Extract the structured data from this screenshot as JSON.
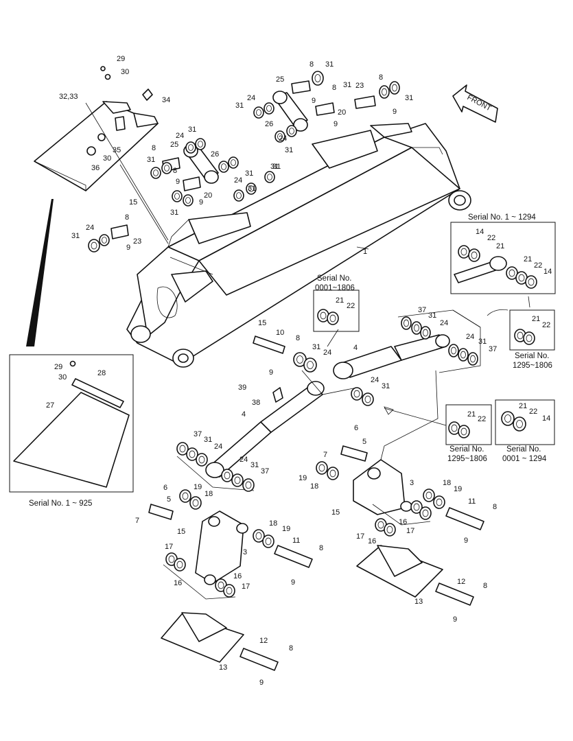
{
  "front_label": "FRONT",
  "callouts": [
    {
      "id": "c29a",
      "t": "29"
    },
    {
      "id": "c30a",
      "t": "30"
    },
    {
      "id": "c3233",
      "t": "32,33"
    },
    {
      "id": "c34",
      "t": "34"
    },
    {
      "id": "c35",
      "t": "35"
    },
    {
      "id": "c30b",
      "t": "30"
    },
    {
      "id": "c36",
      "t": "36"
    },
    {
      "id": "c8a",
      "t": "8"
    },
    {
      "id": "c31a",
      "t": "31"
    },
    {
      "id": "c25a",
      "t": "25"
    },
    {
      "id": "c9a",
      "t": "9"
    },
    {
      "id": "c8b",
      "t": "8"
    },
    {
      "id": "c23a",
      "t": "23"
    },
    {
      "id": "c8c",
      "t": "8"
    },
    {
      "id": "c31b",
      "t": "31"
    },
    {
      "id": "c24a",
      "t": "24"
    },
    {
      "id": "c31c",
      "t": "31"
    },
    {
      "id": "c31d",
      "t": "31"
    },
    {
      "id": "c20a",
      "t": "20"
    },
    {
      "id": "c9b",
      "t": "9"
    },
    {
      "id": "c9c",
      "t": "9"
    },
    {
      "id": "c26a",
      "t": "26"
    },
    {
      "id": "c24b",
      "t": "24"
    },
    {
      "id": "c31e",
      "t": "31"
    },
    {
      "id": "c31f",
      "t": "31"
    },
    {
      "id": "c31g",
      "t": "31"
    },
    {
      "id": "c24c",
      "t": "24"
    },
    {
      "id": "c8d",
      "t": "8"
    },
    {
      "id": "c25b",
      "t": "25"
    },
    {
      "id": "c26b",
      "t": "26"
    },
    {
      "id": "c31h",
      "t": "31"
    },
    {
      "id": "c8e",
      "t": "8"
    },
    {
      "id": "c9d",
      "t": "9"
    },
    {
      "id": "c31i",
      "t": "31"
    },
    {
      "id": "c24d",
      "t": "24"
    },
    {
      "id": "c31j",
      "t": "31"
    },
    {
      "id": "c31k",
      "t": "31"
    },
    {
      "id": "c20b",
      "t": "20"
    },
    {
      "id": "c9e",
      "t": "9"
    },
    {
      "id": "c31l",
      "t": "31"
    },
    {
      "id": "c15a",
      "t": "15"
    },
    {
      "id": "c8f",
      "t": "8"
    },
    {
      "id": "c24e",
      "t": "24"
    },
    {
      "id": "c31m",
      "t": "31"
    },
    {
      "id": "c23b",
      "t": "23"
    },
    {
      "id": "c9f",
      "t": "9"
    },
    {
      "id": "c1",
      "t": "1"
    },
    {
      "id": "c15b",
      "t": "15"
    },
    {
      "id": "c10",
      "t": "10"
    },
    {
      "id": "c8g",
      "t": "8"
    },
    {
      "id": "c31n",
      "t": "31"
    },
    {
      "id": "c24f",
      "t": "24"
    },
    {
      "id": "c9g",
      "t": "9"
    },
    {
      "id": "c4a",
      "t": "4"
    },
    {
      "id": "c37a",
      "t": "37"
    },
    {
      "id": "c31o",
      "t": "31"
    },
    {
      "id": "c24g",
      "t": "24"
    },
    {
      "id": "c24h",
      "t": "24"
    },
    {
      "id": "c31p",
      "t": "31"
    },
    {
      "id": "c37b",
      "t": "37"
    },
    {
      "id": "c39",
      "t": "39"
    },
    {
      "id": "c38",
      "t": "38"
    },
    {
      "id": "c24i",
      "t": "24"
    },
    {
      "id": "c31q",
      "t": "31"
    },
    {
      "id": "c4b",
      "t": "4"
    },
    {
      "id": "c37c",
      "t": "37"
    },
    {
      "id": "c31r",
      "t": "31"
    },
    {
      "id": "c24j",
      "t": "24"
    },
    {
      "id": "c24k",
      "t": "24"
    },
    {
      "id": "c31s",
      "t": "31"
    },
    {
      "id": "c37d",
      "t": "37"
    },
    {
      "id": "c6a",
      "t": "6"
    },
    {
      "id": "c5a",
      "t": "5"
    },
    {
      "id": "c7a",
      "t": "7"
    },
    {
      "id": "c19a",
      "t": "19"
    },
    {
      "id": "c18a",
      "t": "18"
    },
    {
      "id": "c3a",
      "t": "3"
    },
    {
      "id": "c18b",
      "t": "18"
    },
    {
      "id": "c19b",
      "t": "19"
    },
    {
      "id": "c11a",
      "t": "11"
    },
    {
      "id": "c8h",
      "t": "8"
    },
    {
      "id": "c15c",
      "t": "15"
    },
    {
      "id": "c17a",
      "t": "17"
    },
    {
      "id": "c16a",
      "t": "16"
    },
    {
      "id": "c16b",
      "t": "16"
    },
    {
      "id": "c17b",
      "t": "17"
    },
    {
      "id": "c9h",
      "t": "9"
    },
    {
      "id": "c13a",
      "t": "13"
    },
    {
      "id": "c12a",
      "t": "12"
    },
    {
      "id": "c8i",
      "t": "8"
    },
    {
      "id": "c9i",
      "t": "9"
    },
    {
      "id": "c6b",
      "t": "6"
    },
    {
      "id": "c5b",
      "t": "5"
    },
    {
      "id": "c7b",
      "t": "7"
    },
    {
      "id": "c19c",
      "t": "19"
    },
    {
      "id": "c18c",
      "t": "18"
    },
    {
      "id": "c15d",
      "t": "15"
    },
    {
      "id": "c17c",
      "t": "17"
    },
    {
      "id": "c16c",
      "t": "16"
    },
    {
      "id": "c18d",
      "t": "18"
    },
    {
      "id": "c19d",
      "t": "19"
    },
    {
      "id": "c3b",
      "t": "3"
    },
    {
      "id": "c11b",
      "t": "11"
    },
    {
      "id": "c8j",
      "t": "8"
    },
    {
      "id": "c16d",
      "t": "16"
    },
    {
      "id": "c17d",
      "t": "17"
    },
    {
      "id": "c9j",
      "t": "9"
    },
    {
      "id": "c13b",
      "t": "13"
    },
    {
      "id": "c12b",
      "t": "12"
    },
    {
      "id": "c8k",
      "t": "8"
    },
    {
      "id": "c9k",
      "t": "9"
    },
    {
      "id": "c29b",
      "t": "29"
    },
    {
      "id": "c30c",
      "t": "30"
    },
    {
      "id": "c28",
      "t": "28"
    },
    {
      "id": "c27",
      "t": "27"
    },
    {
      "id": "c14a",
      "t": "14"
    },
    {
      "id": "c22a",
      "t": "22"
    },
    {
      "id": "c21a",
      "t": "21"
    },
    {
      "id": "c21b",
      "t": "21"
    },
    {
      "id": "c22b",
      "t": "22"
    },
    {
      "id": "c14b",
      "t": "14"
    },
    {
      "id": "c21c",
      "t": "21"
    },
    {
      "id": "c22c",
      "t": "22"
    },
    {
      "id": "c21d",
      "t": "21"
    },
    {
      "id": "c22d",
      "t": "22"
    },
    {
      "id": "c21e",
      "t": "21"
    },
    {
      "id": "c22e",
      "t": "22"
    },
    {
      "id": "c21f",
      "t": "21"
    },
    {
      "id": "c22f",
      "t": "22"
    },
    {
      "id": "c14c",
      "t": "14"
    }
  ],
  "captions": {
    "serial_1_1294_top": "Serial No. 1 ~ 1294",
    "serial_0001_1806_a": "Serial No.",
    "serial_0001_1806_b": "0001~1806",
    "serial_1295_1806_r_a": "Serial No.",
    "serial_1295_1806_r_b": "1295~1806",
    "serial_1295_1806_m_a": "Serial No.",
    "serial_1295_1806_m_b": "1295~1806",
    "serial_0001_1294_a": "Serial No.",
    "serial_0001_1294_b": "0001 ~ 1294",
    "serial_1_925": "Serial No. 1 ~ 925"
  }
}
